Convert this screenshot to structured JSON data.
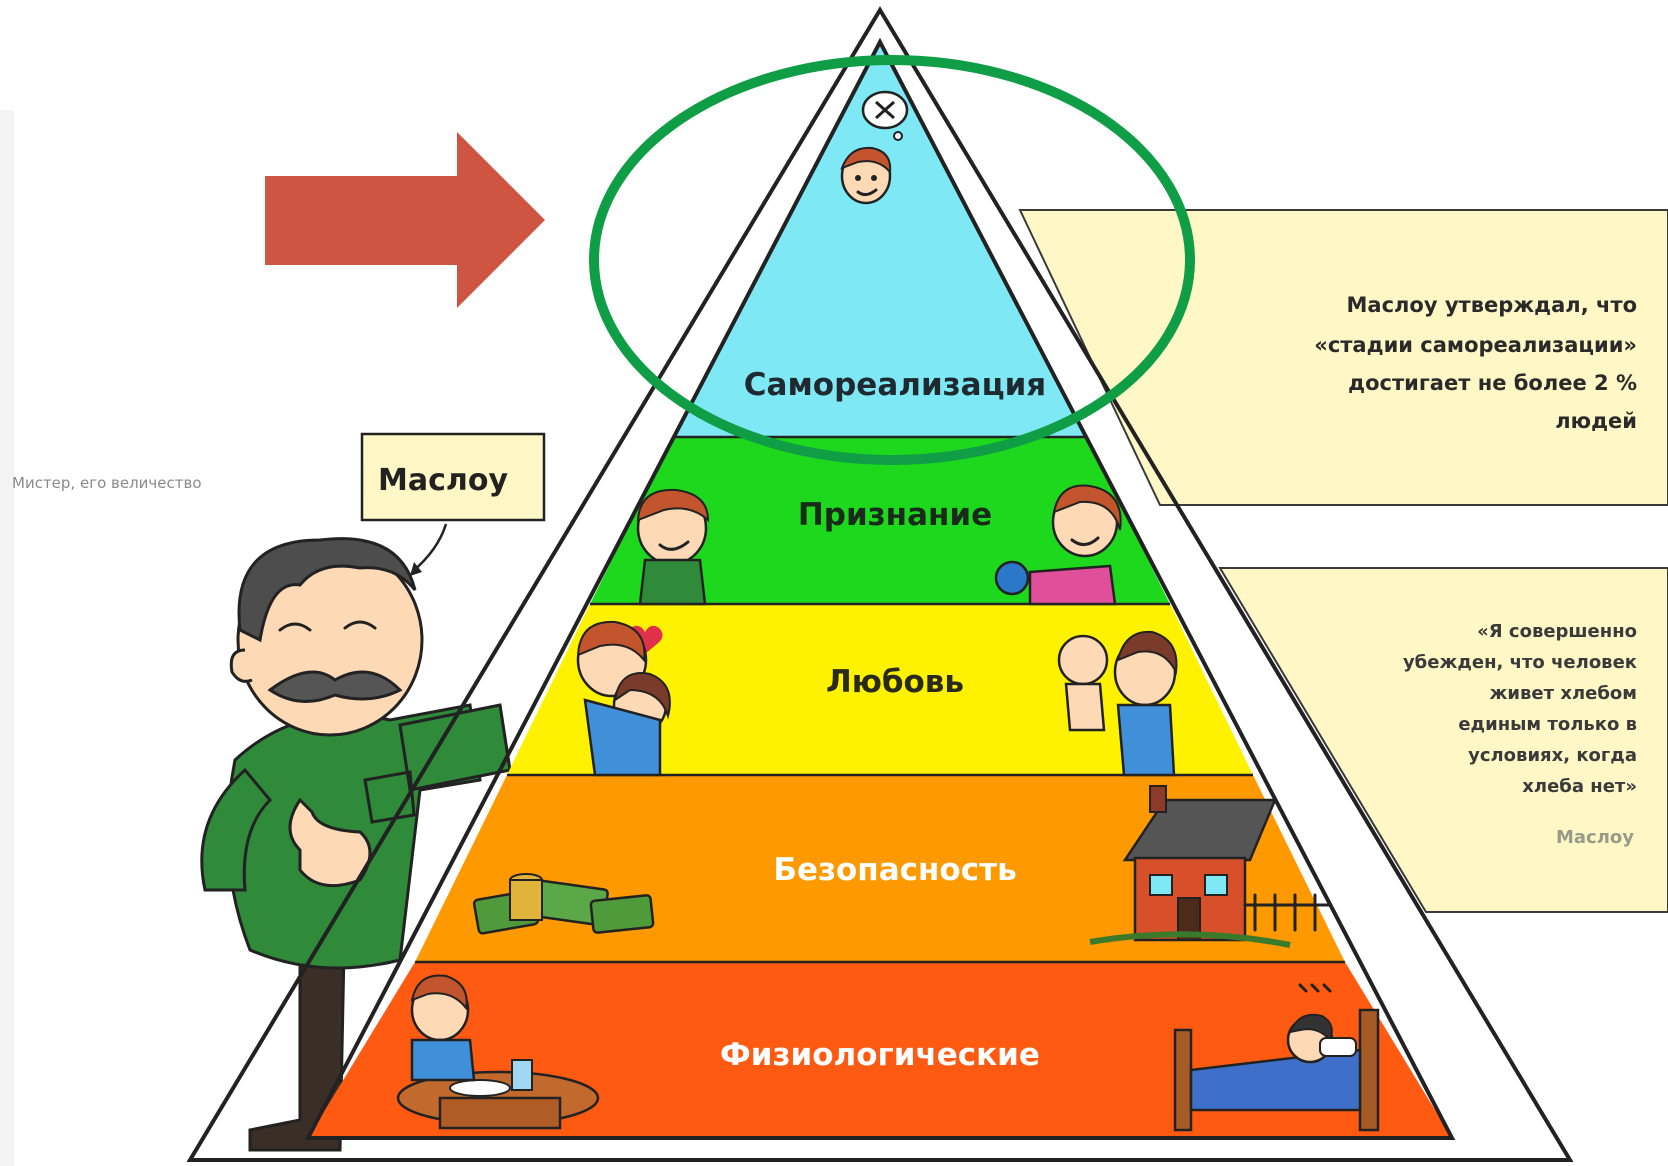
{
  "levels": [
    {
      "label": "Самореализация",
      "color": "#7fe8f5",
      "text_color": "#1f2a30"
    },
    {
      "label": "Признание",
      "color": "#1ed81e",
      "text_color": "#1a2a1a"
    },
    {
      "label": "Любовь",
      "color": "#fff200",
      "text_color": "#2a2a1a"
    },
    {
      "label": "Безопасность",
      "color": "#ff9900",
      "text_color": "#ffffff"
    },
    {
      "label": "Физиологические",
      "color": "#ff5a12",
      "text_color": "#ffffff"
    }
  ],
  "maslow_caption": "Мистер, его величество",
  "maslow_name": "Маслоу",
  "note_top": {
    "lines": [
      "Маслоу утверждал, что",
      "«стадии самореализации»",
      "достигает не более 2 %",
      "людей"
    ],
    "background": "#fff8c6"
  },
  "note_bottom": {
    "lines": [
      "«Я совершенно",
      "убежден, что человек",
      "живет хлебом",
      "единым только в",
      "условиях, когда",
      "хлеба нет»"
    ],
    "author": "Маслоу",
    "background": "#fff8c6"
  },
  "highlight": {
    "arrow_color": "#cd5542",
    "circle_color": "#0f9e45"
  },
  "icons": [
    "thought-bubble-icon",
    "arrow-right-icon",
    "money-icon",
    "house-icon",
    "bed-icon",
    "table-food-icon",
    "heart-icon"
  ]
}
